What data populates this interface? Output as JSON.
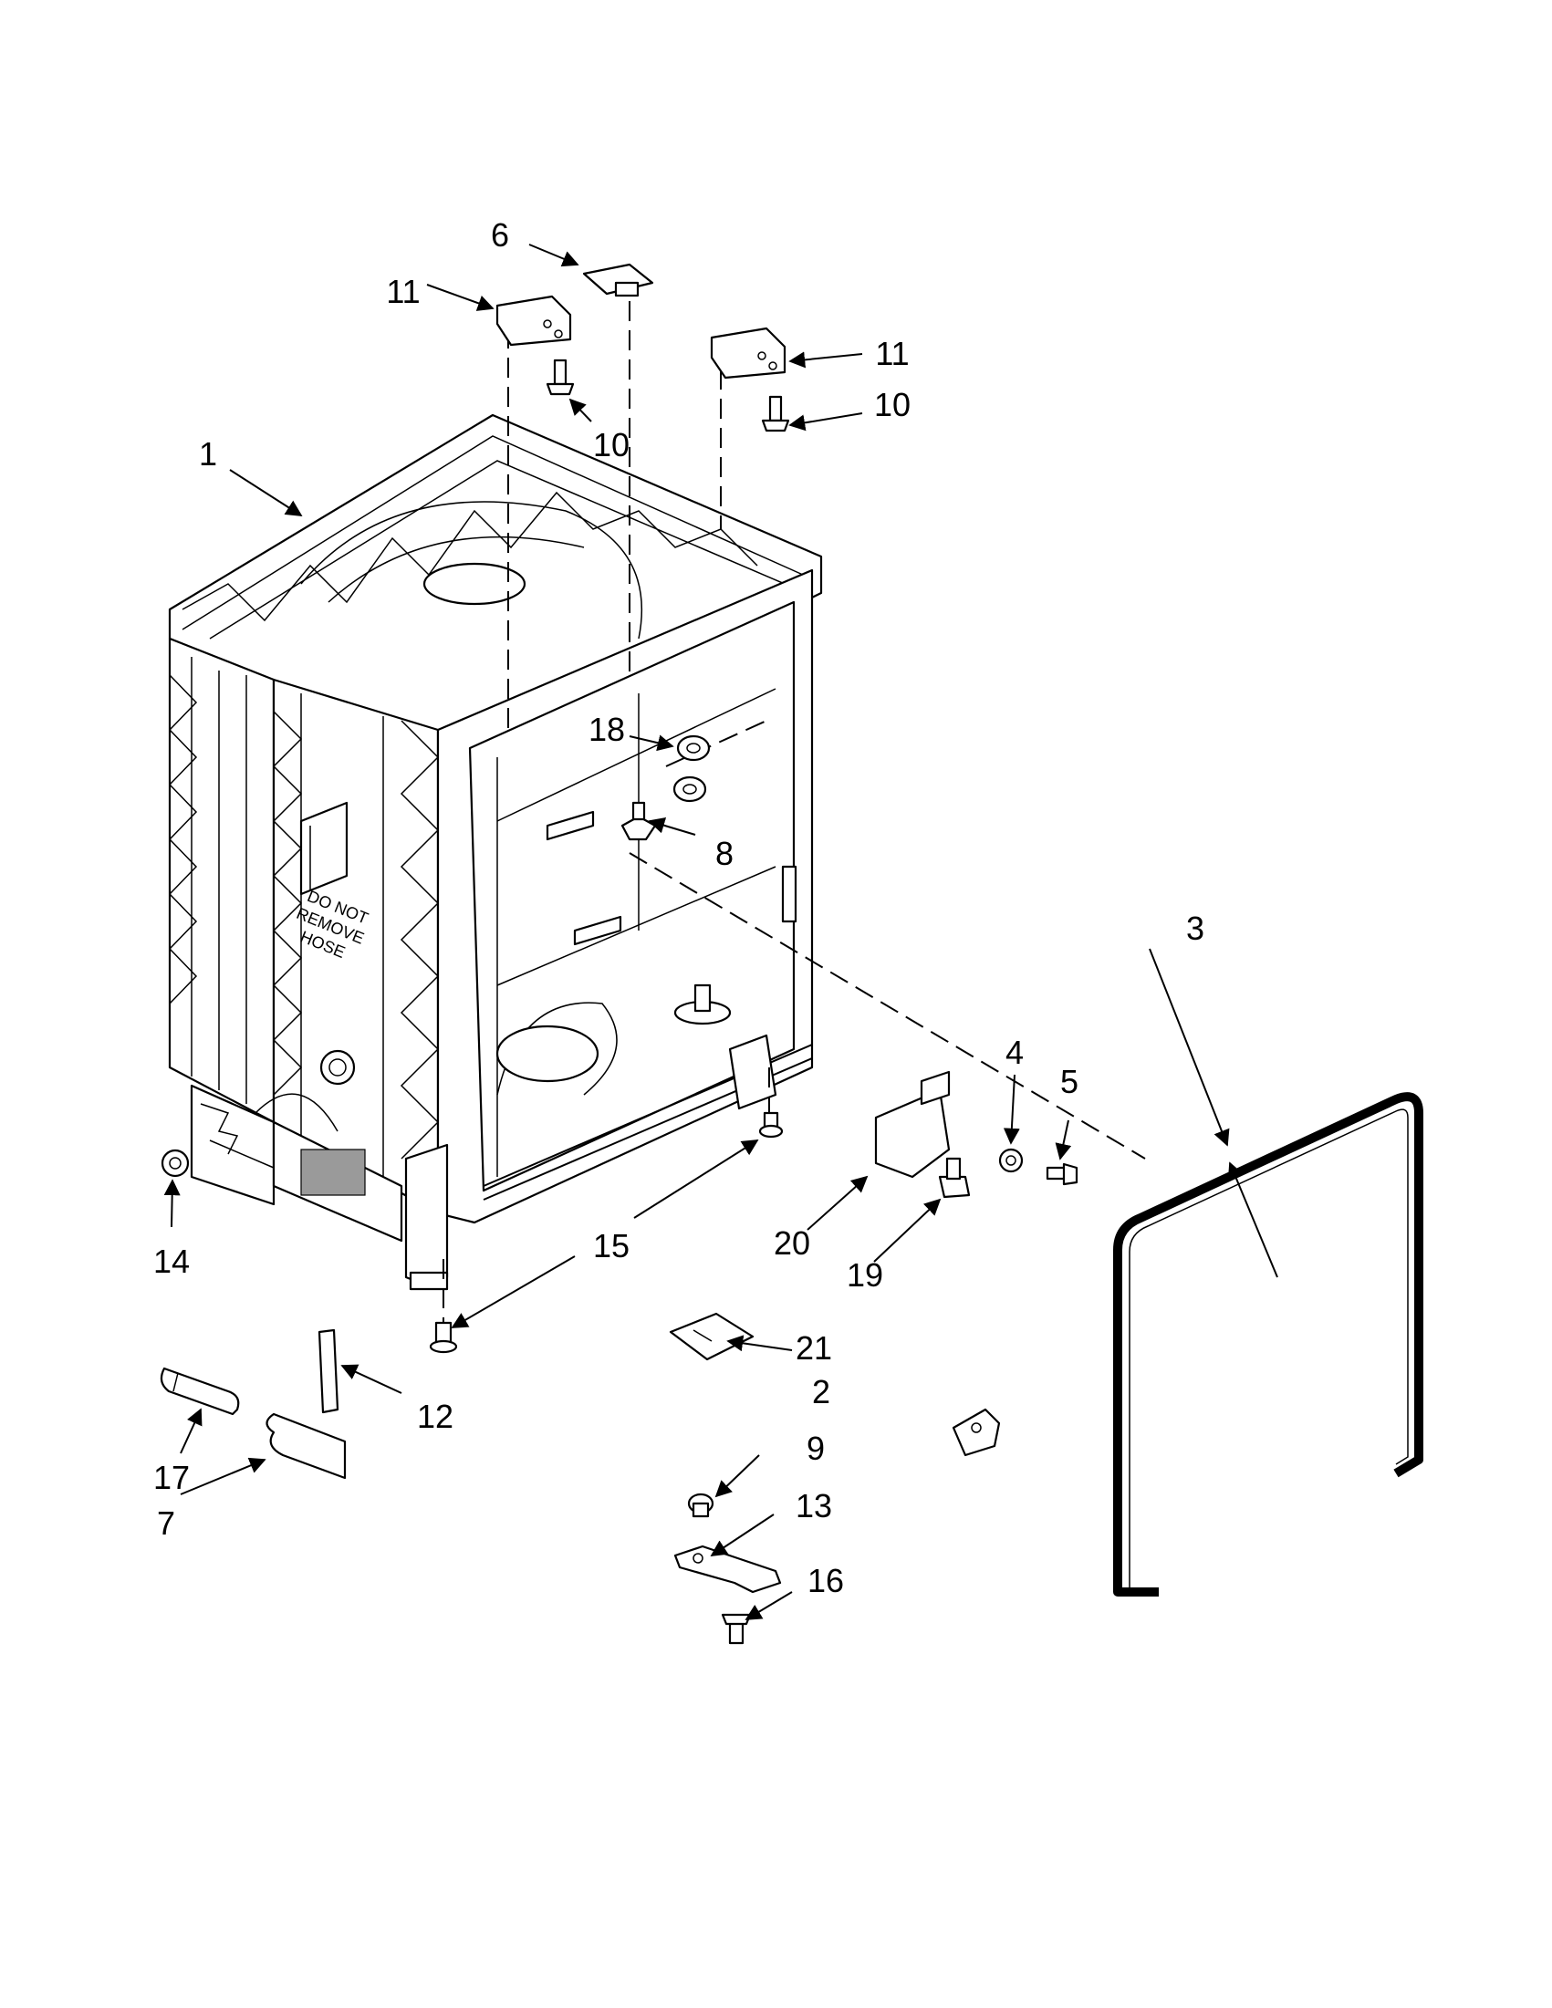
{
  "diagram": {
    "tub_warning_label": [
      "DO NOT",
      "REMOVE",
      "HOSE"
    ],
    "callouts": [
      {
        "id": "1",
        "label": "1"
      },
      {
        "id": "2",
        "label": "2"
      },
      {
        "id": "3",
        "label": "3"
      },
      {
        "id": "4",
        "label": "4"
      },
      {
        "id": "5",
        "label": "5"
      },
      {
        "id": "6",
        "label": "6"
      },
      {
        "id": "7",
        "label": "7"
      },
      {
        "id": "8",
        "label": "8"
      },
      {
        "id": "9",
        "label": "9"
      },
      {
        "id": "10a",
        "label": "10"
      },
      {
        "id": "10b",
        "label": "10"
      },
      {
        "id": "11a",
        "label": "11"
      },
      {
        "id": "11b",
        "label": "11"
      },
      {
        "id": "12",
        "label": "12"
      },
      {
        "id": "13",
        "label": "13"
      },
      {
        "id": "14",
        "label": "14"
      },
      {
        "id": "15",
        "label": "15"
      },
      {
        "id": "16",
        "label": "16"
      },
      {
        "id": "17",
        "label": "17"
      },
      {
        "id": "18",
        "label": "18"
      },
      {
        "id": "19",
        "label": "19"
      },
      {
        "id": "20",
        "label": "20"
      },
      {
        "id": "21",
        "label": "21"
      }
    ]
  }
}
